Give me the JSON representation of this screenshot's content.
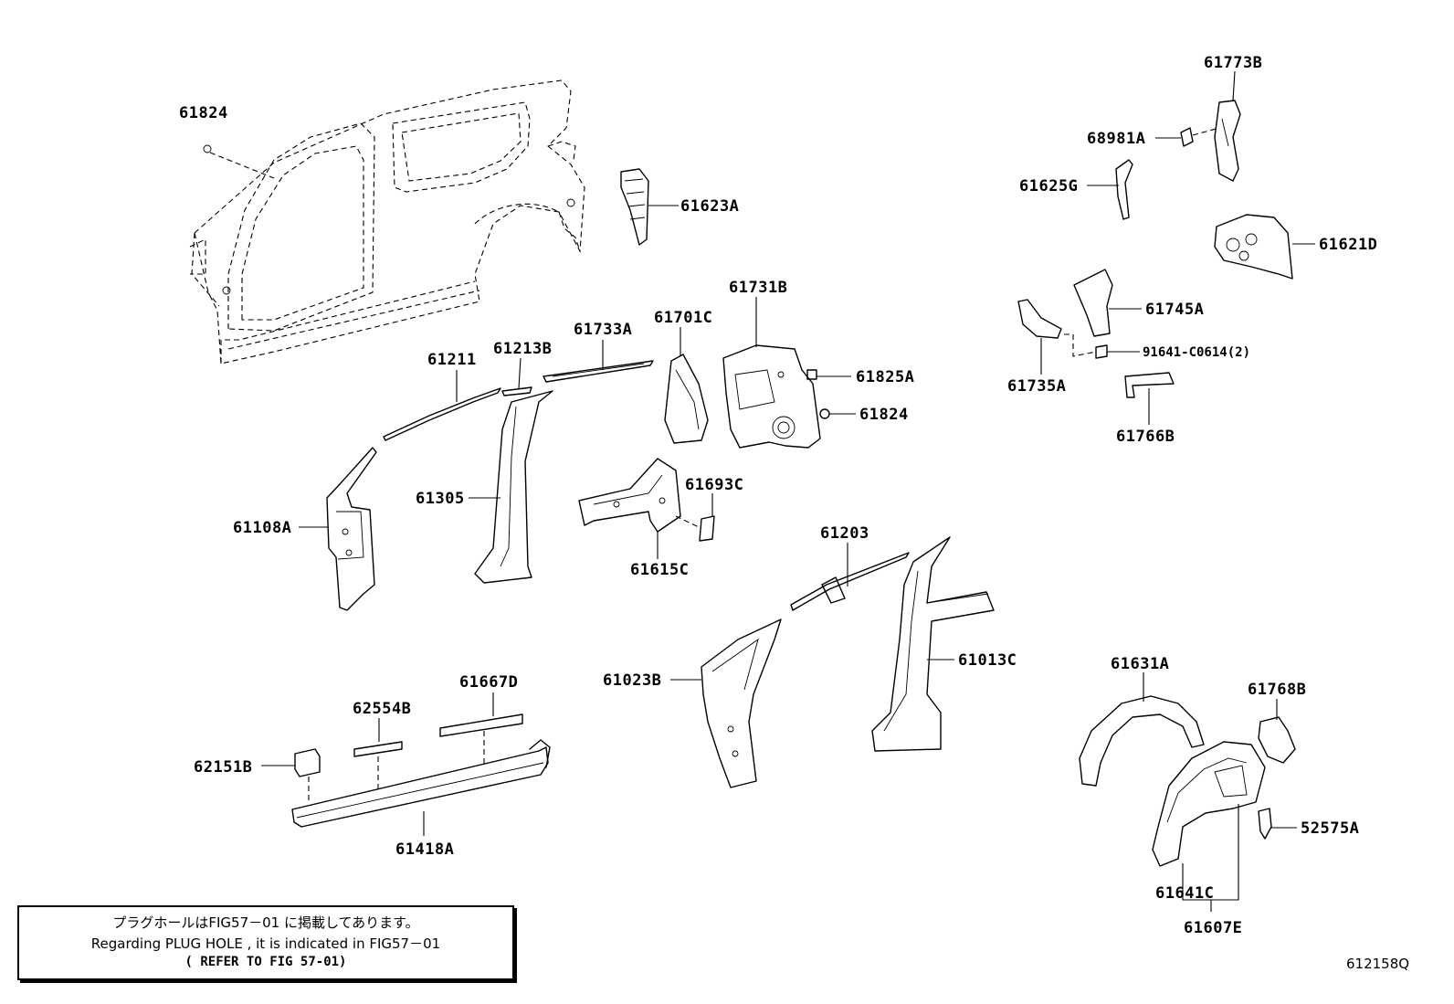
{
  "labels": {
    "p61824_top": "61824",
    "p61623A": "61623A",
    "p61211": "61211",
    "p61213B": "61213B",
    "p61733A": "61733A",
    "p61701C": "61701C",
    "p61731B": "61731B",
    "p61825A": "61825A",
    "p61824_mid": "61824",
    "p61108A": "61108A",
    "p61305": "61305",
    "p61693C": "61693C",
    "p61615C": "61615C",
    "p61203": "61203",
    "p61013C": "61013C",
    "p61023B": "61023B",
    "p62554B": "62554B",
    "p61667D": "61667D",
    "p62151B": "62151B",
    "p61418A": "61418A",
    "p61773B": "61773B",
    "p68981A": "68981A",
    "p61625G": "61625G",
    "p61621D": "61621D",
    "p61745A": "61745A",
    "p61735A": "61735A",
    "p91641": "91641-C0614(2)",
    "p61766B": "61766B",
    "p61631A": "61631A",
    "p61768B": "61768B",
    "p52575A": "52575A",
    "p61641C": "61641C",
    "p61607E": "61607E"
  },
  "note": {
    "line1": "プラグホールはFIG57－01 に掲載してあります。",
    "line2": "Regarding  PLUG HOLE , it is indicated in  FIG57－01",
    "line3": "( REFER TO FIG 57-01)"
  },
  "figure_code": "612158Q"
}
